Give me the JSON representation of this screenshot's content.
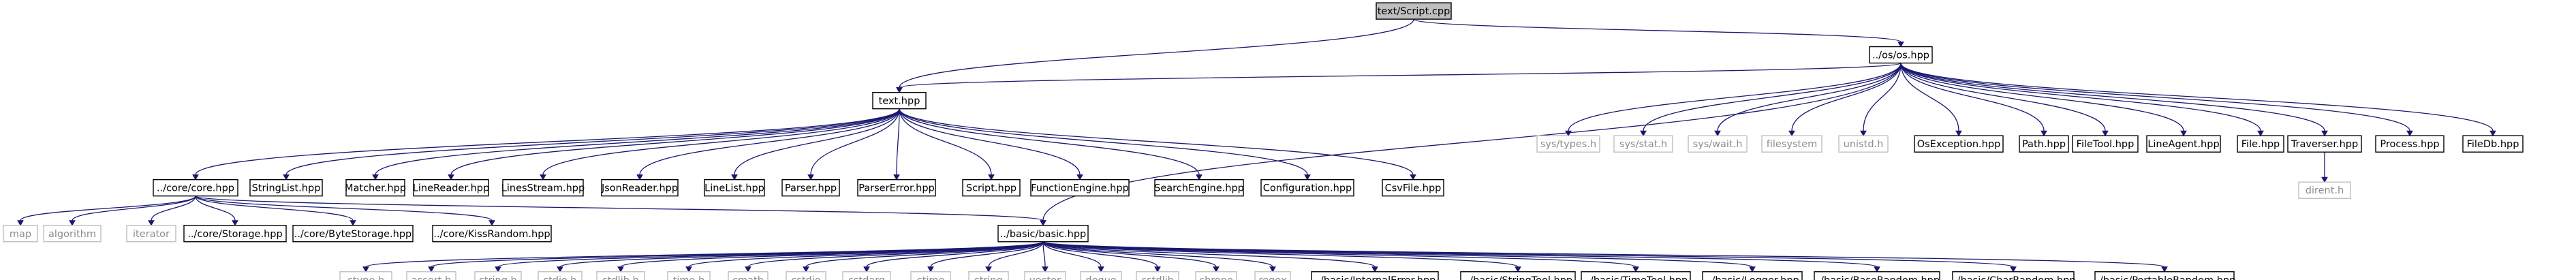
{
  "diagram": {
    "colors": {
      "edge": "#191970",
      "node_border": "#000000",
      "root_fill": "#bfbfbf",
      "external_border": "#bfbfbf",
      "external_text": "#8c8c8c",
      "node_text": "#000000"
    },
    "nodes": [
      {
        "id": "script_cpp",
        "label": "text/Script.cpp",
        "kind": "root"
      },
      {
        "id": "os_hpp",
        "label": "../os/os.hpp",
        "kind": "file"
      },
      {
        "id": "text_hpp",
        "label": "text.hpp",
        "kind": "file"
      },
      {
        "id": "core_hpp",
        "label": "../core/core.hpp",
        "kind": "file"
      },
      {
        "id": "stringlist",
        "label": "StringList.hpp",
        "kind": "file"
      },
      {
        "id": "matcher",
        "label": "Matcher.hpp",
        "kind": "file"
      },
      {
        "id": "linereader",
        "label": "LineReader.hpp",
        "kind": "file"
      },
      {
        "id": "linesstream",
        "label": "LinesStream.hpp",
        "kind": "file"
      },
      {
        "id": "jsonreader",
        "label": "JsonReader.hpp",
        "kind": "file"
      },
      {
        "id": "linelist",
        "label": "LineList.hpp",
        "kind": "file"
      },
      {
        "id": "parser",
        "label": "Parser.hpp",
        "kind": "file"
      },
      {
        "id": "parsererror",
        "label": "ParserError.hpp",
        "kind": "file"
      },
      {
        "id": "script_hpp",
        "label": "Script.hpp",
        "kind": "file"
      },
      {
        "id": "functionengine",
        "label": "FunctionEngine.hpp",
        "kind": "file"
      },
      {
        "id": "searchengine",
        "label": "SearchEngine.hpp",
        "kind": "file"
      },
      {
        "id": "configuration",
        "label": "Configuration.hpp",
        "kind": "file"
      },
      {
        "id": "csvfile",
        "label": "CsvFile.hpp",
        "kind": "file"
      },
      {
        "id": "sys_types",
        "label": "sys/types.h",
        "kind": "external"
      },
      {
        "id": "sys_stat",
        "label": "sys/stat.h",
        "kind": "external"
      },
      {
        "id": "sys_wait",
        "label": "sys/wait.h",
        "kind": "external"
      },
      {
        "id": "filesystem",
        "label": "filesystem",
        "kind": "external"
      },
      {
        "id": "unistd",
        "label": "unistd.h",
        "kind": "external"
      },
      {
        "id": "osexception",
        "label": "OsException.hpp",
        "kind": "file"
      },
      {
        "id": "path_hpp",
        "label": "Path.hpp",
        "kind": "file"
      },
      {
        "id": "filetool",
        "label": "FileTool.hpp",
        "kind": "file"
      },
      {
        "id": "lineagent",
        "label": "LineAgent.hpp",
        "kind": "file"
      },
      {
        "id": "file_hpp",
        "label": "File.hpp",
        "kind": "file"
      },
      {
        "id": "traverser",
        "label": "Traverser.hpp",
        "kind": "file"
      },
      {
        "id": "process",
        "label": "Process.hpp",
        "kind": "file"
      },
      {
        "id": "filedb",
        "label": "FileDb.hpp",
        "kind": "file"
      },
      {
        "id": "dirent",
        "label": "dirent.h",
        "kind": "external"
      },
      {
        "id": "map",
        "label": "map",
        "kind": "external"
      },
      {
        "id": "algorithm",
        "label": "algorithm",
        "kind": "external"
      },
      {
        "id": "iterator",
        "label": "iterator",
        "kind": "external"
      },
      {
        "id": "storage",
        "label": "../core/Storage.hpp",
        "kind": "file"
      },
      {
        "id": "bytestorage",
        "label": "../core/ByteStorage.hpp",
        "kind": "file"
      },
      {
        "id": "kissrandom",
        "label": "../core/KissRandom.hpp",
        "kind": "file"
      },
      {
        "id": "basic_hpp",
        "label": "../basic/basic.hpp",
        "kind": "file"
      },
      {
        "id": "ctype",
        "label": "ctype.h",
        "kind": "external"
      },
      {
        "id": "assert",
        "label": "assert.h",
        "kind": "external"
      },
      {
        "id": "string_h",
        "label": "string.h",
        "kind": "external"
      },
      {
        "id": "stdio_h",
        "label": "stdio.h",
        "kind": "external"
      },
      {
        "id": "stdlib_h",
        "label": "stdlib.h",
        "kind": "external"
      },
      {
        "id": "time_h",
        "label": "time.h",
        "kind": "external"
      },
      {
        "id": "cmath",
        "label": "cmath",
        "kind": "external"
      },
      {
        "id": "cstdio",
        "label": "cstdio",
        "kind": "external"
      },
      {
        "id": "cstdarg",
        "label": "cstdarg",
        "kind": "external"
      },
      {
        "id": "ctime",
        "label": "ctime",
        "kind": "external"
      },
      {
        "id": "string",
        "label": "string",
        "kind": "external"
      },
      {
        "id": "vector",
        "label": "vector",
        "kind": "external"
      },
      {
        "id": "deque",
        "label": "deque",
        "kind": "external"
      },
      {
        "id": "cstdlib",
        "label": "cstdlib",
        "kind": "external"
      },
      {
        "id": "chrono",
        "label": "chrono",
        "kind": "external"
      },
      {
        "id": "regex",
        "label": "regex",
        "kind": "external"
      },
      {
        "id": "internalerror",
        "label": "../basic/InternalError.hpp",
        "kind": "file"
      },
      {
        "id": "stringtool",
        "label": "../basic/StringTool.hpp",
        "kind": "file"
      },
      {
        "id": "timetool",
        "label": "../basic/TimeTool.hpp",
        "kind": "file"
      },
      {
        "id": "logger",
        "label": "../basic/Logger.hpp",
        "kind": "file"
      },
      {
        "id": "baserandom",
        "label": "../basic/BaseRandom.hpp",
        "kind": "file"
      },
      {
        "id": "charrandom",
        "label": "../basic/CharRandom.hpp",
        "kind": "file"
      },
      {
        "id": "portablerandom",
        "label": "../basic/PortableRandom.hpp",
        "kind": "file"
      }
    ],
    "edges": [
      [
        "script_cpp",
        "text_hpp"
      ],
      [
        "script_cpp",
        "os_hpp"
      ],
      [
        "os_hpp",
        "text_hpp"
      ],
      [
        "os_hpp",
        "basic_hpp"
      ],
      [
        "os_hpp",
        "sys_types"
      ],
      [
        "os_hpp",
        "sys_stat"
      ],
      [
        "os_hpp",
        "sys_wait"
      ],
      [
        "os_hpp",
        "filesystem"
      ],
      [
        "os_hpp",
        "unistd"
      ],
      [
        "os_hpp",
        "osexception"
      ],
      [
        "os_hpp",
        "path_hpp"
      ],
      [
        "os_hpp",
        "filetool"
      ],
      [
        "os_hpp",
        "lineagent"
      ],
      [
        "os_hpp",
        "file_hpp"
      ],
      [
        "os_hpp",
        "traverser"
      ],
      [
        "os_hpp",
        "process"
      ],
      [
        "os_hpp",
        "filedb"
      ],
      [
        "traverser",
        "dirent"
      ],
      [
        "text_hpp",
        "core_hpp"
      ],
      [
        "text_hpp",
        "stringlist"
      ],
      [
        "text_hpp",
        "matcher"
      ],
      [
        "text_hpp",
        "linereader"
      ],
      [
        "text_hpp",
        "linesstream"
      ],
      [
        "text_hpp",
        "jsonreader"
      ],
      [
        "text_hpp",
        "linelist"
      ],
      [
        "text_hpp",
        "parser"
      ],
      [
        "text_hpp",
        "parsererror"
      ],
      [
        "text_hpp",
        "script_hpp"
      ],
      [
        "text_hpp",
        "functionengine"
      ],
      [
        "text_hpp",
        "searchengine"
      ],
      [
        "text_hpp",
        "configuration"
      ],
      [
        "text_hpp",
        "csvfile"
      ],
      [
        "core_hpp",
        "map"
      ],
      [
        "core_hpp",
        "algorithm"
      ],
      [
        "core_hpp",
        "iterator"
      ],
      [
        "core_hpp",
        "storage"
      ],
      [
        "core_hpp",
        "bytestorage"
      ],
      [
        "core_hpp",
        "kissrandom"
      ],
      [
        "core_hpp",
        "basic_hpp"
      ],
      [
        "basic_hpp",
        "ctype"
      ],
      [
        "basic_hpp",
        "assert"
      ],
      [
        "basic_hpp",
        "string_h"
      ],
      [
        "basic_hpp",
        "stdio_h"
      ],
      [
        "basic_hpp",
        "stdlib_h"
      ],
      [
        "basic_hpp",
        "time_h"
      ],
      [
        "basic_hpp",
        "cmath"
      ],
      [
        "basic_hpp",
        "cstdio"
      ],
      [
        "basic_hpp",
        "cstdarg"
      ],
      [
        "basic_hpp",
        "ctime"
      ],
      [
        "basic_hpp",
        "string"
      ],
      [
        "basic_hpp",
        "vector"
      ],
      [
        "basic_hpp",
        "deque"
      ],
      [
        "basic_hpp",
        "cstdlib"
      ],
      [
        "basic_hpp",
        "chrono"
      ],
      [
        "basic_hpp",
        "regex"
      ],
      [
        "basic_hpp",
        "internalerror"
      ],
      [
        "basic_hpp",
        "stringtool"
      ],
      [
        "basic_hpp",
        "timetool"
      ],
      [
        "basic_hpp",
        "logger"
      ],
      [
        "basic_hpp",
        "baserandom"
      ],
      [
        "basic_hpp",
        "charrandom"
      ],
      [
        "basic_hpp",
        "portablerandom"
      ]
    ]
  }
}
